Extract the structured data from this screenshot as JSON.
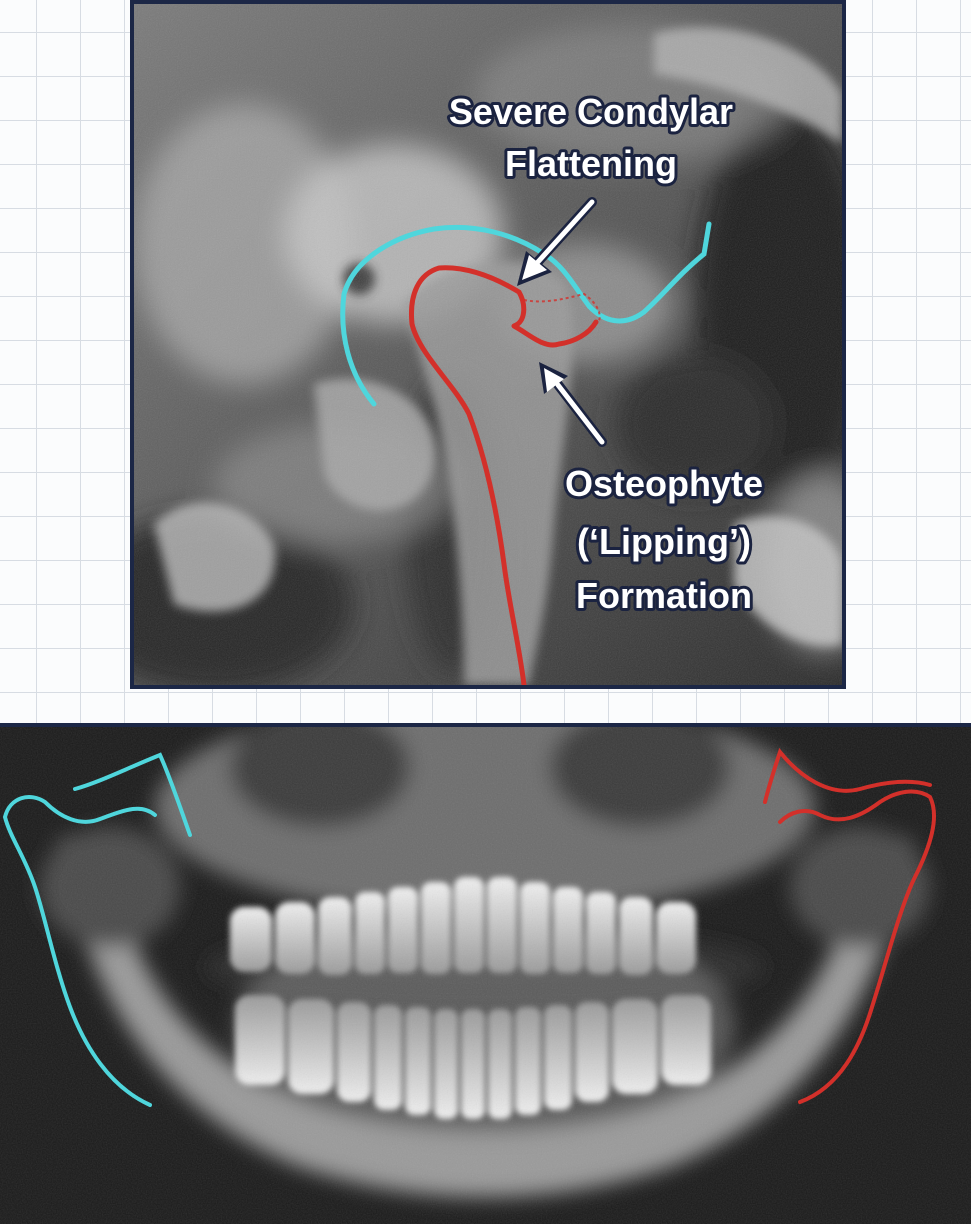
{
  "annotations": {
    "flattening": {
      "line1": "Severe Condylar",
      "line2": "Flattening"
    },
    "osteophyte": {
      "line1": "Osteophyte",
      "line2": "(‘Lipping’)",
      "line3": "Formation"
    }
  },
  "colors": {
    "cyan_outline": "#4fd6dc",
    "red_outline": "#d3302a",
    "frame": "#1c2746",
    "grid_line": "#d7dce3"
  },
  "images": {
    "top": "tmj-lateral-xray",
    "bottom": "panoramic-dental-xray"
  }
}
